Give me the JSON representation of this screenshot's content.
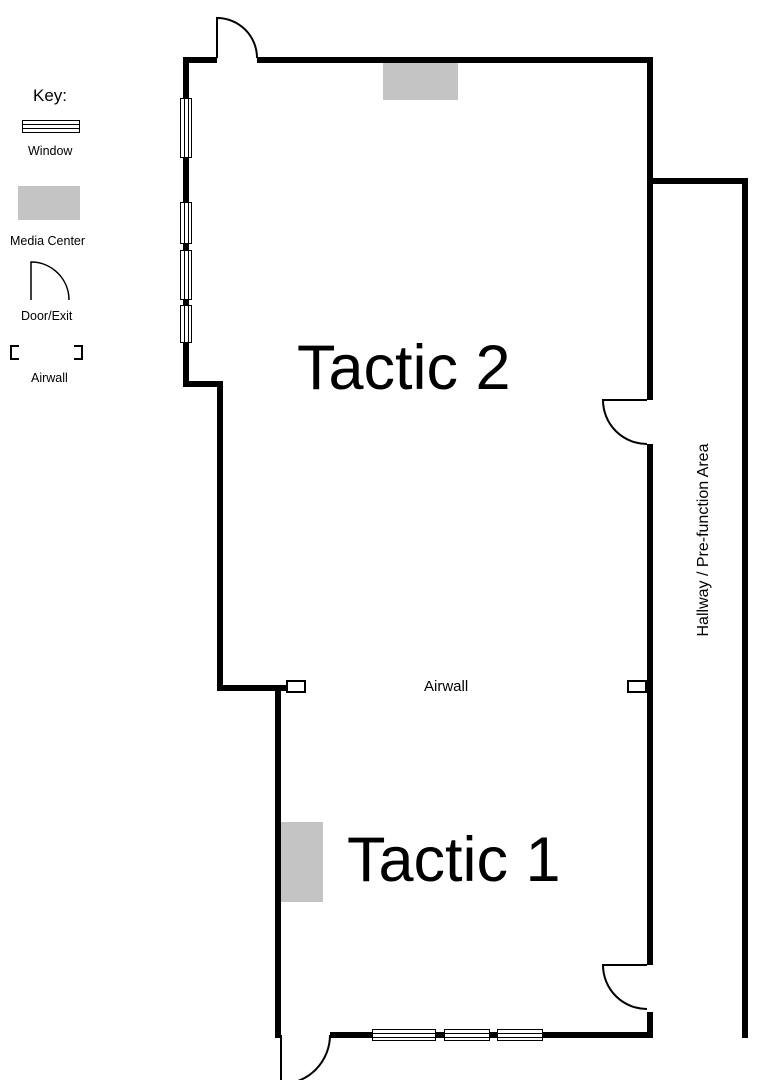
{
  "legend": {
    "title": "Key:",
    "window_label": "Window",
    "media_center_label": "Media Center",
    "door_label": "Door/Exit",
    "airwall_label": "Airwall"
  },
  "plan": {
    "room2_label": "Tactic 2",
    "room1_label": "Tactic 1",
    "hallway_label": "Hallway / Pre-function Area",
    "airwall_label": "Airwall"
  },
  "colors": {
    "wall": "#000000",
    "media_center": "#c4c4c4",
    "background": "#ffffff"
  }
}
